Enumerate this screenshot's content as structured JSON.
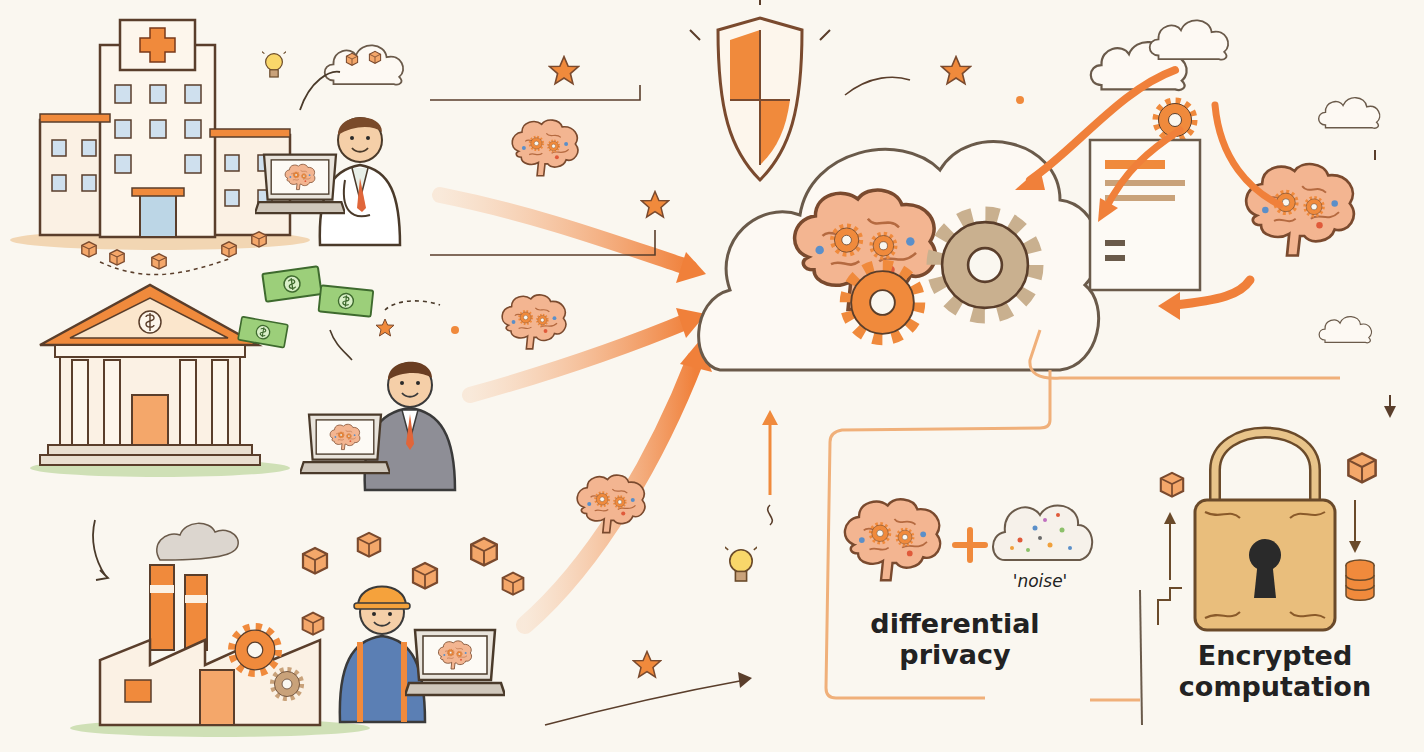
{
  "diagram": {
    "labels": [
      "'noise'",
      "differential privacy",
      "Encrypted computation"
    ]
  }
}
